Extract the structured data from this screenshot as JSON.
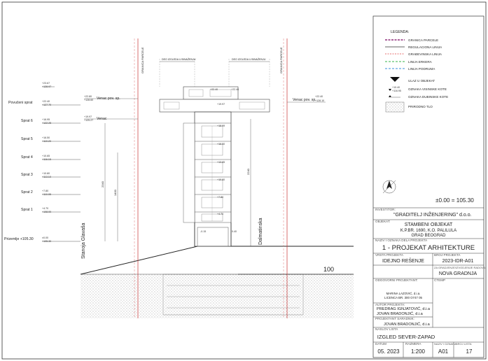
{
  "colors": {
    "parcel": "#8e2d7a",
    "regulation": "#9a9a9a",
    "building_line": "#e04040",
    "bay_line": "#37b44a",
    "basement_line": "#3a8edc",
    "red_line": "#c83232"
  },
  "legend": {
    "title": "LEGENDA:",
    "items": [
      {
        "label": "GRANICA PARCELE"
      },
      {
        "label": "REGULACIONA LINIJA"
      },
      {
        "label": "GRAĐEVINSKA LINIJA"
      },
      {
        "label": "LINIJA ERKERA"
      },
      {
        "label": "LINIJA PODRUMA"
      },
      {
        "label": "ULAZ U OBJEKAT"
      },
      {
        "label": "OZNAKA VISINSKE KOTE"
      },
      {
        "label": "OZNAKA DUBINSKE KOTE"
      },
      {
        "label": "PRIRODNO TLO"
      }
    ],
    "kota_sample_top": "+10.40",
    "kota_sample_bottom": "+116.95"
  },
  "north_arrow": {
    "icon": "north-arrow-icon"
  },
  "zero_level": "±0.00 = 105.30",
  "title_block": {
    "investor_label": "INVESTITOR:",
    "investor_value": "\"GRADITELJ INŽENJERING\" d.o.o.",
    "object_label": "OBJEKAT:",
    "object_line1": "STAMBENI OBJEKAT",
    "object_line2": "K.P.BR. 1690, K.O. PALILULA",
    "object_line3": "GRAD BEOGRAD",
    "project_part_label": "NAZIV I OZNAKA DELA PROJEKTA",
    "project_part_value": "1 - PROJEKAT ARHITEKTURE",
    "type_label": "VRSTA PROJEKTA",
    "type_value": "IDEJNO REŠENJE",
    "project_no_label": "BROJ PROJEKTA",
    "project_no_value": "2023-IDR-A01",
    "construction_label": "ZA GRADJENJE/IZVODJENJE RADOVA:",
    "construction_value": "NOVA GRADNJA",
    "responsible_label": "ODGOVORNI PROJEKTANT:",
    "responsible_name": "MARINA LAZOVIĆ, d.i.a.",
    "responsible_license": "LICENCA BR. 300 O747 05",
    "signature_label": "ČTEMP",
    "author_label": "AUTOR PROJEKTA:",
    "author_line1": "PREDRAG IGNJATOVIĆ, d.i.a",
    "author_line2": "JOVAN BRADONJIĆ, d.i.a",
    "collaborator_label": "PROJEKTANT SARADNIK:",
    "collaborator_value": "JOVAN BRADONJIĆ, d.i.a",
    "drawing_label": "NASLOV LISTA",
    "drawing_value": "IZGLED SEVER-ZAPAD",
    "date_label": "DATUM",
    "date_value": "05. 2023",
    "scale_label": "RAZMERA",
    "scale_value": "1:200",
    "sheet_code_label": "NAZIV I OZNAKA",
    "sheet_code_value": "A01",
    "sheet_no_label": "BROJ LISTA",
    "sheet_no_value": "17"
  },
  "drawing": {
    "granica_label": "GRANICA PARCELE",
    "distance_label": "DEO IZGLEDA U BINAŽENJU",
    "venac_label": "Venac pov. sp.",
    "venac_kota_top": "+22.80",
    "venac_kota_bottom": "+128.60",
    "venac_right_top": "+22.40",
    "venac_right_bottom": "+128.10",
    "venac2_label": "Venac",
    "venac2_kota_top": "+19.97",
    "venac2_kota_bottom": "+125.27",
    "street_left": "Stanoja Glavaša",
    "street_right": "Dalmatinska",
    "road_label": "100",
    "dim_left_outer": "2340",
    "dim_left_inner": "1400",
    "dim_right": "2240",
    "levels": [
      {
        "name": "",
        "top": "+23.67",
        "bottom": "+128.97"
      },
      {
        "name": "Povučeni sprat",
        "top": "+22.40",
        "bottom": "+127.70"
      },
      {
        "name": "Sprat 6",
        "top": "+16.95",
        "bottom": "+122.25"
      },
      {
        "name": "Sprat 5",
        "top": "+16.50",
        "bottom": "+119.20"
      },
      {
        "name": "Sprat 4",
        "top": "+10.65",
        "bottom": "+116.15"
      },
      {
        "name": "Sprat 3",
        "top": "+10.80",
        "bottom": "+113.10"
      },
      {
        "name": "Sprat 2",
        "top": "+7.80",
        "bottom": "+110.05"
      },
      {
        "name": "Sprat 1",
        "top": "+4.70",
        "bottom": "+108.00"
      },
      {
        "name": "Prizemlje +105.30",
        "top": "±0.00",
        "bottom": "+105.30"
      }
    ],
    "facade_kotas": [
      "+22.40",
      "+19.97",
      "+18.99",
      "+16.50",
      "+13.85",
      "+10.80",
      "+7.80",
      "+4.70"
    ],
    "facade_small": [
      "-0.15",
      "0.40"
    ]
  }
}
